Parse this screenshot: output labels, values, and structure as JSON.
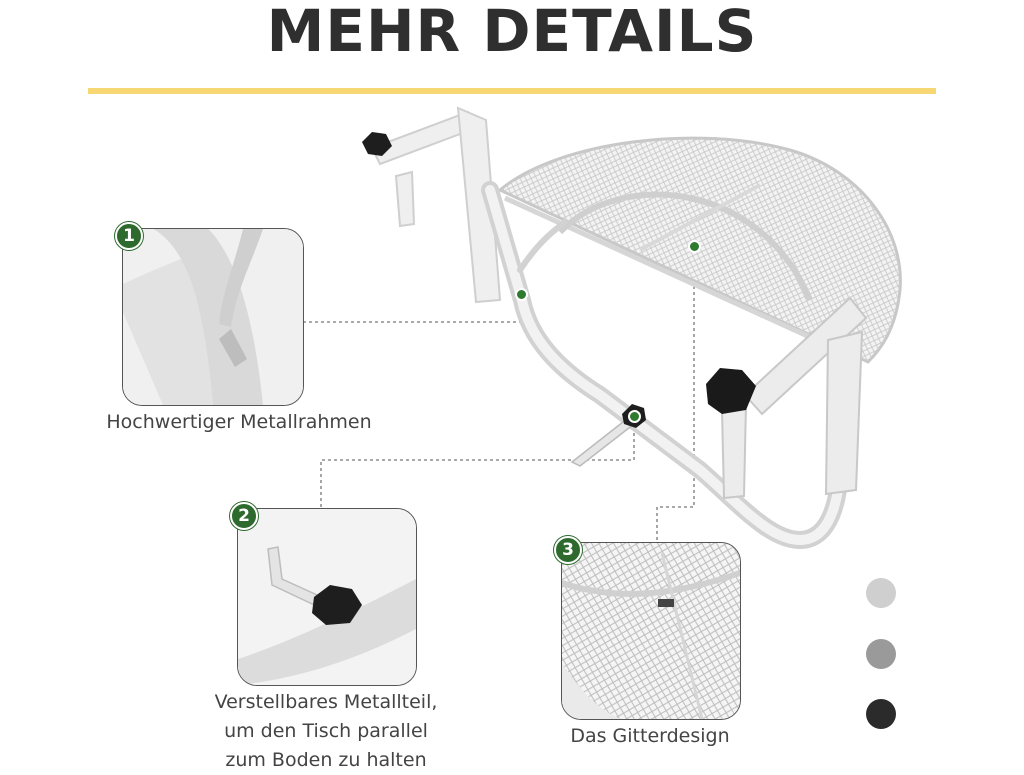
{
  "header": {
    "title": "MEHR DETAILS"
  },
  "callouts": [
    {
      "number": "1",
      "caption": "Hochwertiger Metallrahmen"
    },
    {
      "number": "2",
      "caption_lines": [
        "Verstellbares Metallteil,",
        "um den Tisch parallel",
        "zum Boden zu halten"
      ]
    },
    {
      "number": "3",
      "caption": "Das Gitterdesign"
    }
  ],
  "colors": {
    "accent_rule": "#f7d774",
    "badge": "#2e6a2e",
    "swatches": [
      "#cfcfcf",
      "#9a9a9a",
      "#2b2b2b"
    ]
  }
}
